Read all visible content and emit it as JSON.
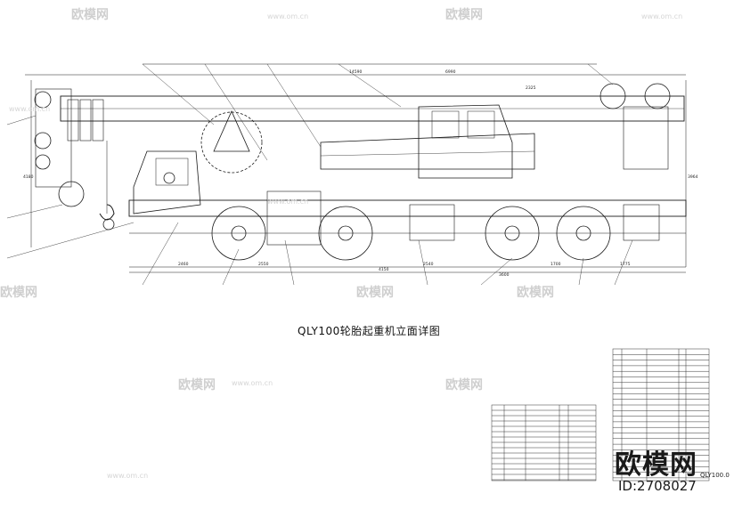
{
  "drawing_title": "QLY100轮胎起重机立面详图",
  "watermark": {
    "brand_text": "欧模网",
    "url_text": "www.om.cn"
  },
  "brand_mark": {
    "logo_text": "欧模网",
    "id_text": "ID:2708027"
  },
  "title_block_code": "QLY100.0",
  "dimensions": {
    "top_overall": "14590",
    "top_mid": "6990",
    "top_right": "2325",
    "front_overhang": "2460",
    "wheelbase_1": "2550",
    "wheelbase_2": "4150",
    "wheelbase_3": "2540",
    "wheelbase_4": "1700",
    "rear_overhang": "1775",
    "track": "3600",
    "height_left": "4180",
    "height_right": "3964"
  },
  "colors": {
    "line": "#1a1a1a",
    "watermark": "#cfcfcf",
    "table_line": "#333333"
  }
}
